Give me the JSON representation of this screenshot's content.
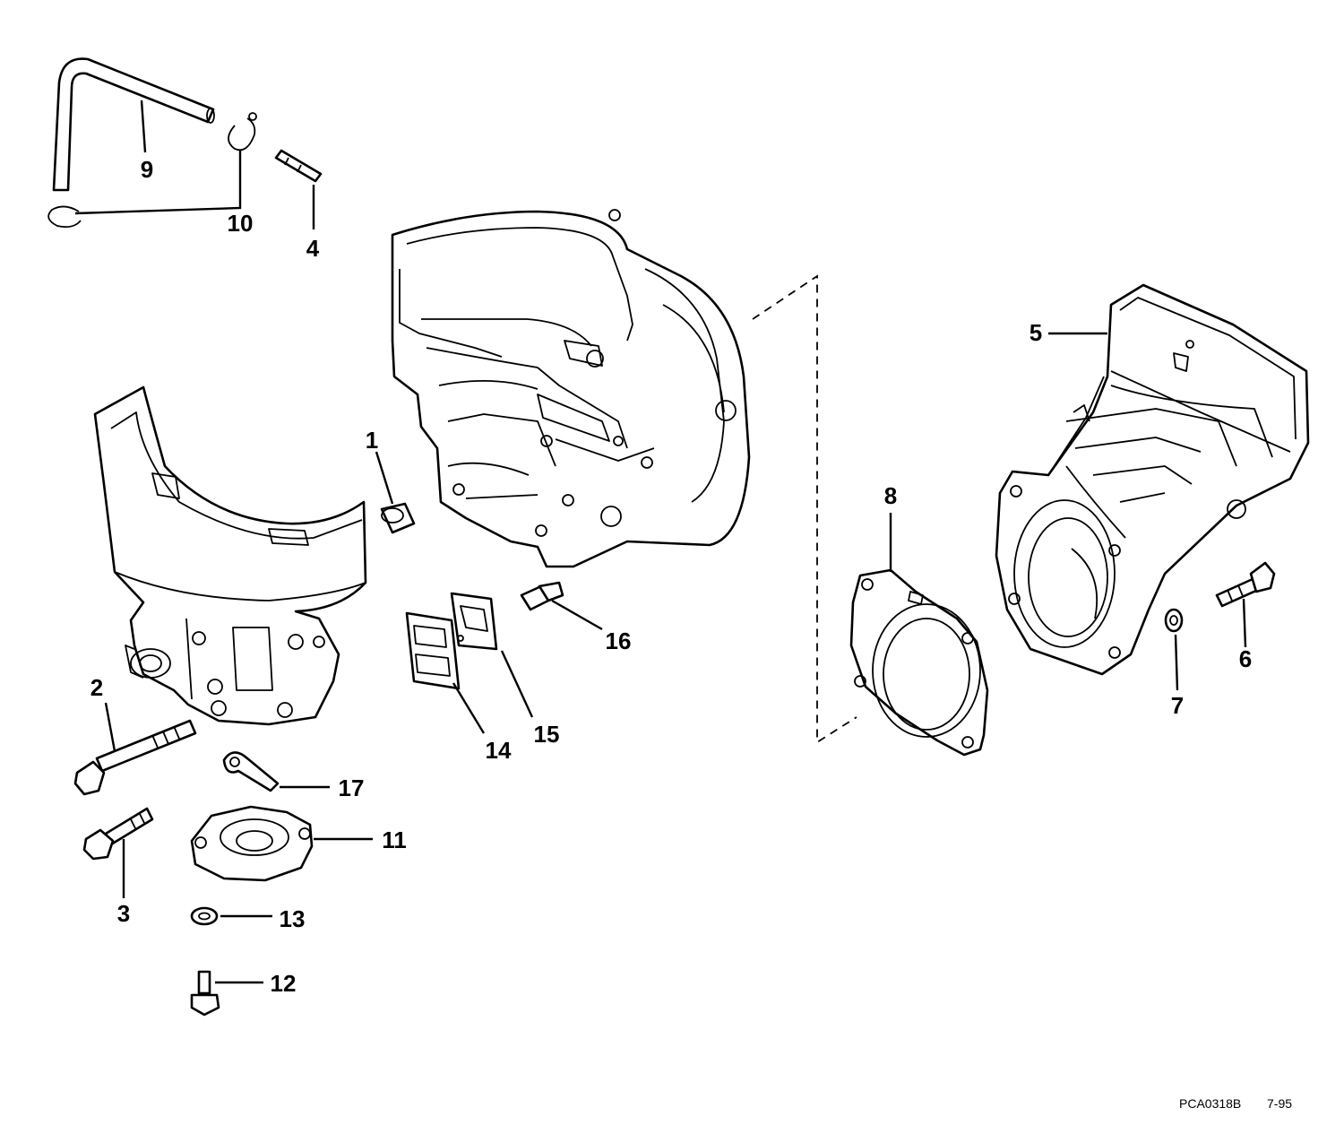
{
  "callouts": [
    {
      "id": "1",
      "label": "1"
    },
    {
      "id": "2",
      "label": "2"
    },
    {
      "id": "3",
      "label": "3"
    },
    {
      "id": "4",
      "label": "4"
    },
    {
      "id": "5",
      "label": "5"
    },
    {
      "id": "6",
      "label": "6"
    },
    {
      "id": "7",
      "label": "7"
    },
    {
      "id": "8",
      "label": "8"
    },
    {
      "id": "9",
      "label": "9"
    },
    {
      "id": "10",
      "label": "10"
    },
    {
      "id": "11",
      "label": "11"
    },
    {
      "id": "12",
      "label": "12"
    },
    {
      "id": "13",
      "label": "13"
    },
    {
      "id": "14",
      "label": "14"
    },
    {
      "id": "15",
      "label": "15"
    },
    {
      "id": "16",
      "label": "16"
    },
    {
      "id": "17",
      "label": "17"
    }
  ],
  "footer": {
    "code": "PCA0318B",
    "date": "7-95"
  }
}
